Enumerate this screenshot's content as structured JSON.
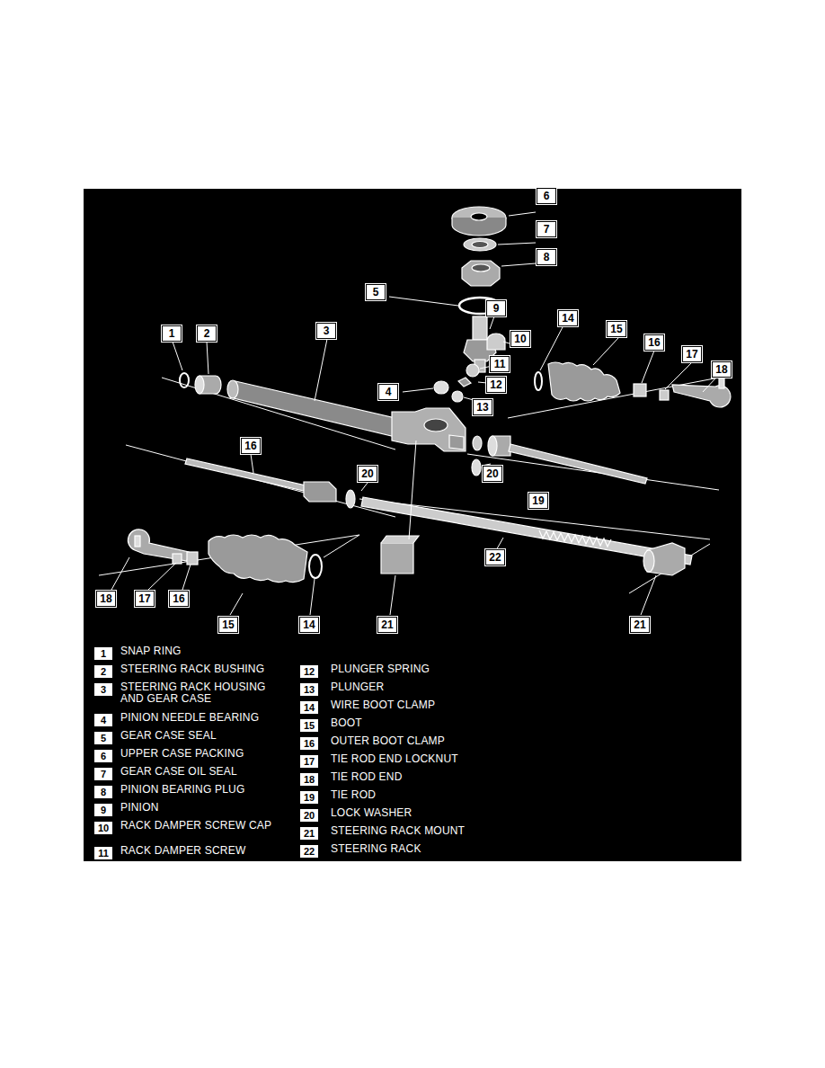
{
  "diagram": {
    "labels": [
      "6",
      "7",
      "8",
      "5",
      "9",
      "1",
      "2",
      "3",
      "14",
      "15",
      "10",
      "16",
      "17",
      "18",
      "11",
      "4",
      "12",
      "13",
      "16",
      "20",
      "20",
      "19",
      "22",
      "18",
      "17",
      "16",
      "15",
      "14",
      "21",
      "21",
      "1",
      "SNAP RING",
      "2",
      "STEERING RACK BUSHING",
      "3",
      "STEERING RACK HOUSING AND GEAR CASE",
      "4",
      "PINION NEEDLE BEARING",
      "5",
      "GEAR CASE SEAL",
      "6",
      "UPPER CASE PACKING",
      "7",
      "GEAR CASE OIL SEAL",
      "8",
      "PINION BEARING PLUG",
      "9",
      "PINION",
      "10",
      "RACK DAMPER SCREW CAP",
      "11",
      "RACK DAMPER SCREW",
      "12",
      "PLUNGER SPRING",
      "13",
      "PLUNGER",
      "14",
      "WIRE BOOT CLAMP",
      "15",
      "BOOT",
      "16",
      "OUTER BOOT CLAMP",
      "17",
      "TIE ROD END LOCKNUT",
      "18",
      "TIE ROD END",
      "19",
      "TIE ROD",
      "20",
      "LOCK WASHER",
      "21",
      "STEERING RACK MOUNT",
      "22",
      "STEERING RACK"
    ]
  }
}
